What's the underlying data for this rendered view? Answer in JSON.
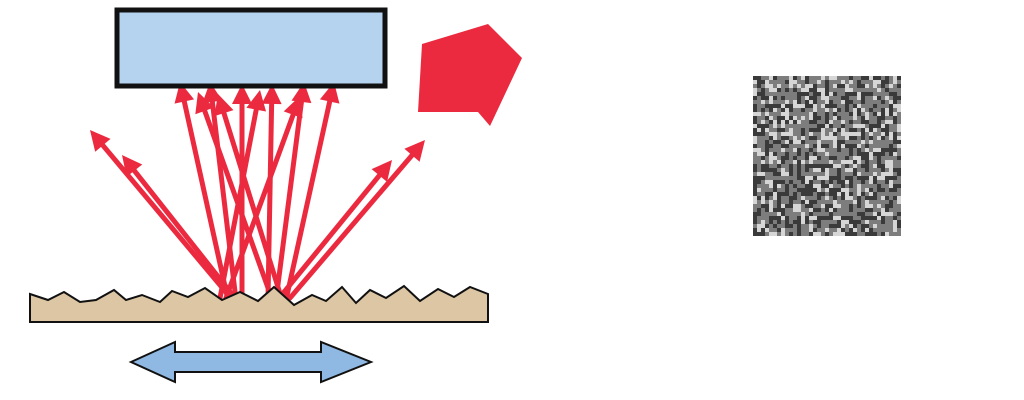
{
  "diagram": {
    "colors": {
      "background": "#ffffff",
      "sensor_fill": "#b5d2ef",
      "outline": "#111111",
      "ray": "#ec2a3f",
      "incident_arrow": "#ec2a3f",
      "surface_fill": "#dcc6a4",
      "motion_arrow_fill": "#8fb8e3",
      "speckle_dark": "#3a3a3a",
      "speckle_mid": "#7d7d7d",
      "speckle_light": "#d6d6d6"
    },
    "elements": {
      "sensor": "rectangular-sensor-block",
      "incident_light": "large-red-incident-arrow",
      "scattered_light": "red-scattered-ray-arrows",
      "surface": "rough-surface",
      "motion": "double-headed-motion-arrow",
      "speckle": "speckle-pattern-image"
    }
  }
}
